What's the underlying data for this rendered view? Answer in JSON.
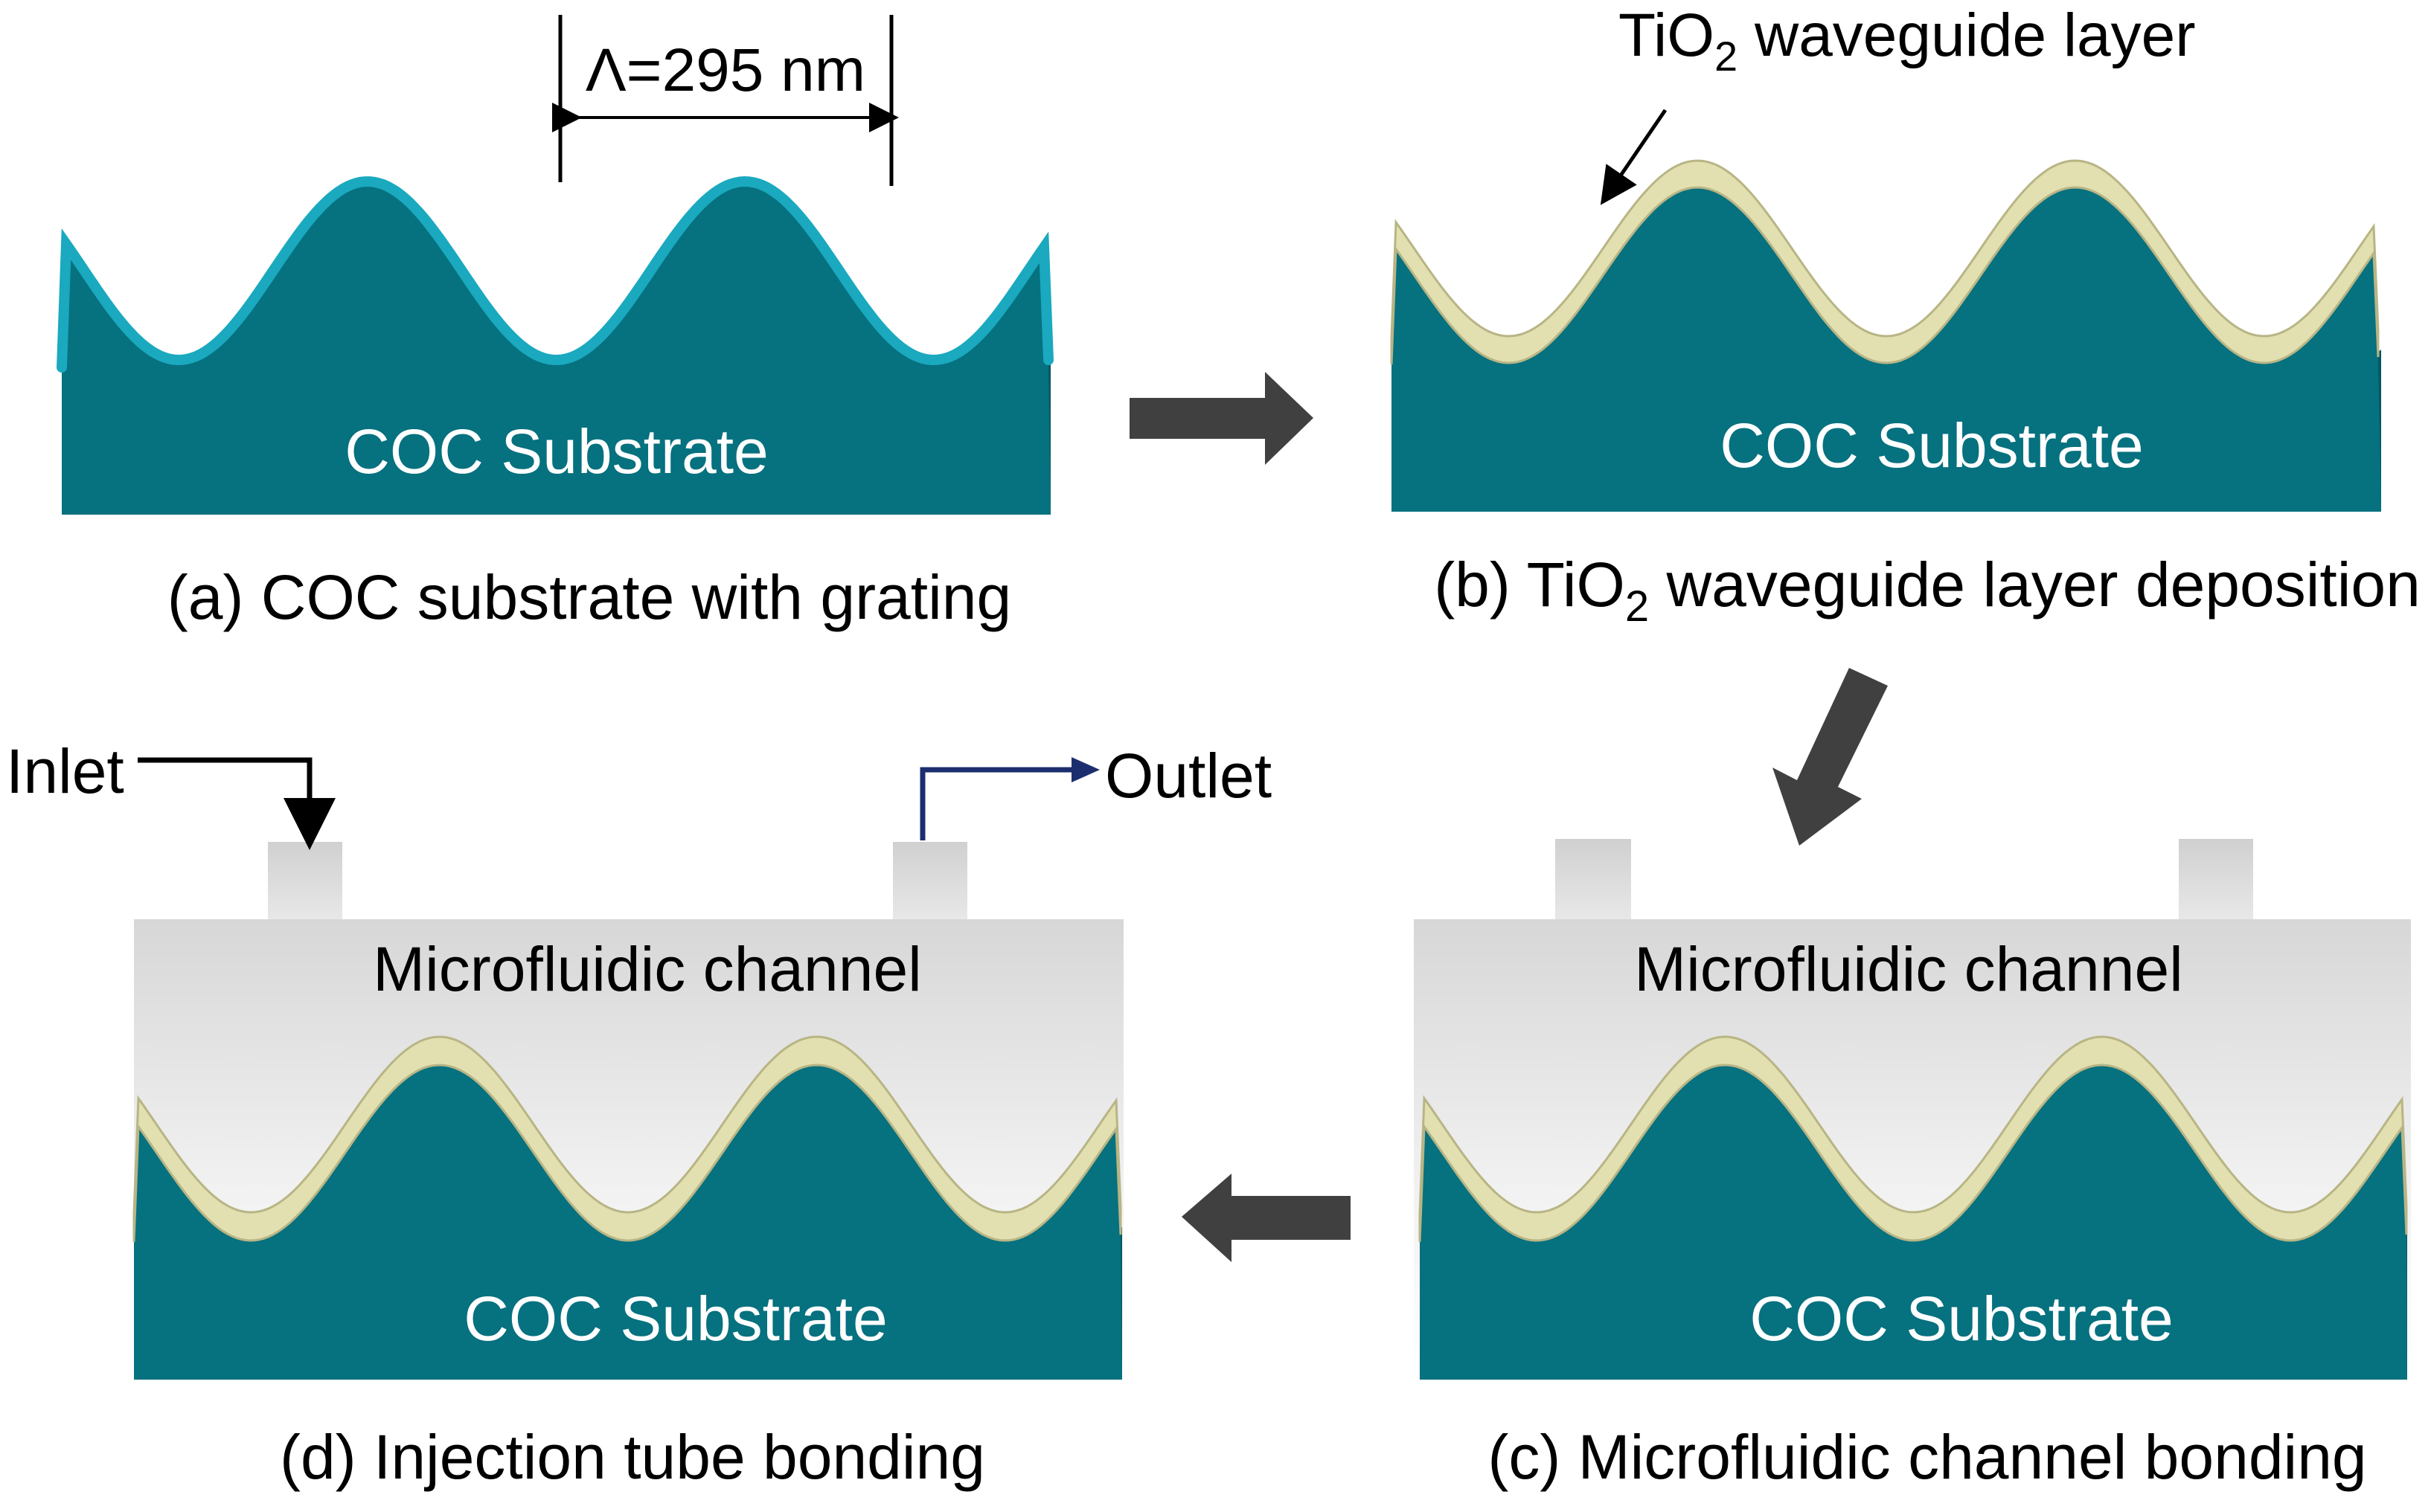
{
  "panels": {
    "a": {
      "caption": "(a) COC substrate with grating",
      "substrate_label": "COC Substrate",
      "period_label": "Λ=295 nm"
    },
    "b": {
      "caption_pre": "(b) TiO",
      "caption_sub": "2",
      "caption_post": " waveguide layer deposition",
      "substrate_label": "COC Substrate",
      "callout_pre": "TiO",
      "callout_sub": "2",
      "callout_post": " waveguide layer"
    },
    "c": {
      "caption": "(c) Microfluidic channel bonding",
      "substrate_label": "COC Substrate",
      "channel_label": "Microfluidic channel"
    },
    "d": {
      "caption": "(d) Injection tube bonding",
      "substrate_label": "COC Substrate",
      "channel_label": "Microfluidic channel",
      "inlet_label": "Inlet",
      "outlet_label": "Outlet"
    }
  },
  "colors": {
    "substrate": "#06717f",
    "substrate_dark": "#045660",
    "substrate_highlight": "#1aa9bf",
    "tio2_layer": "#e2dfb0",
    "tio2_edge": "#b8b585",
    "channel_top": "#d9d9d9",
    "channel_bottom": "#ffffff",
    "tube": "#d3d3d3",
    "process_arrow": "#404040",
    "outlet_arrow": "#1c2e6e"
  }
}
